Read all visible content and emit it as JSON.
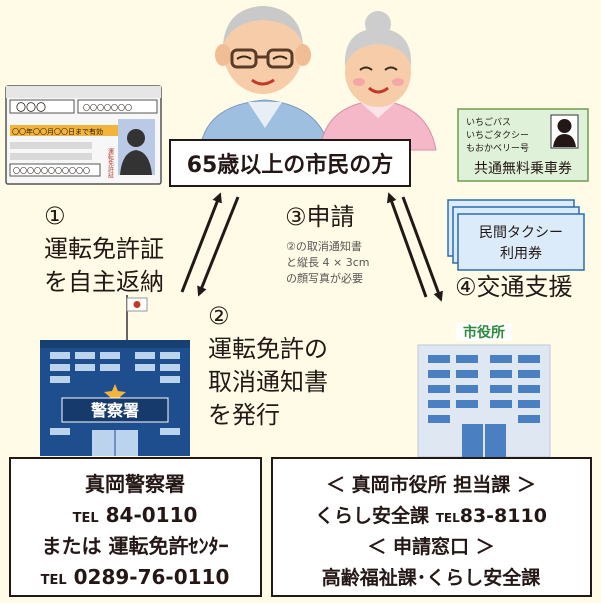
{
  "center": {
    "title": "65歳以上の市民の方"
  },
  "step1": {
    "number": "①",
    "lines": [
      "運転免許証",
      "を自主返納"
    ]
  },
  "step2": {
    "number": "②",
    "lines": [
      "運転免許の",
      "取消通知書",
      "を発行"
    ]
  },
  "step3": {
    "title": "③申請",
    "notes": [
      "②の取消通知書",
      "と縦長 4 × 3cm",
      "の顔写真が必要"
    ]
  },
  "step4": {
    "title": "④交通支援"
  },
  "license_card": {
    "top_left": "〇〇〇",
    "top_right": "〇〇〇〇〇〇〇",
    "year_line": "〇〇年〇〇月〇〇日まで有効",
    "stamp": "運転免許証",
    "number_line": "〇〇〇〇〇〇〇〇〇〇〇"
  },
  "free_pass": {
    "lines": [
      "いちごバス",
      "いちごタクシー",
      "もおかベリー号"
    ],
    "label": "共通無料乗車券"
  },
  "taxi_ticket": {
    "lines": [
      "民間タクシー",
      "利用券"
    ]
  },
  "police_building": {
    "sign": "警察署"
  },
  "city_hall": {
    "sign": "市役所"
  },
  "police_box": {
    "name": "真岡警察署",
    "tel_mark": "TEL",
    "tel1": "84-0110",
    "or_text": "または",
    "center_name": "運転免許ｾﾝﾀｰ",
    "tel2": "0289-76-0110"
  },
  "city_box": {
    "line1": "＜ 真岡市役所 担当課 ＞",
    "dept": "くらし安全課",
    "tel_mark": "TEL",
    "tel": "83-8110",
    "line3": "＜ 申請窓口 ＞",
    "line4": "高齢福祉課･くらし安全課"
  },
  "colors": {
    "background": "#fffbe6",
    "police_building": "#1f4e8f",
    "city_building": "#dfe8f2",
    "free_pass_bg": "#dff1d8",
    "taxi_ticket_bg": "#dcebfa",
    "city_hall_sign": "#2e8b3d"
  }
}
